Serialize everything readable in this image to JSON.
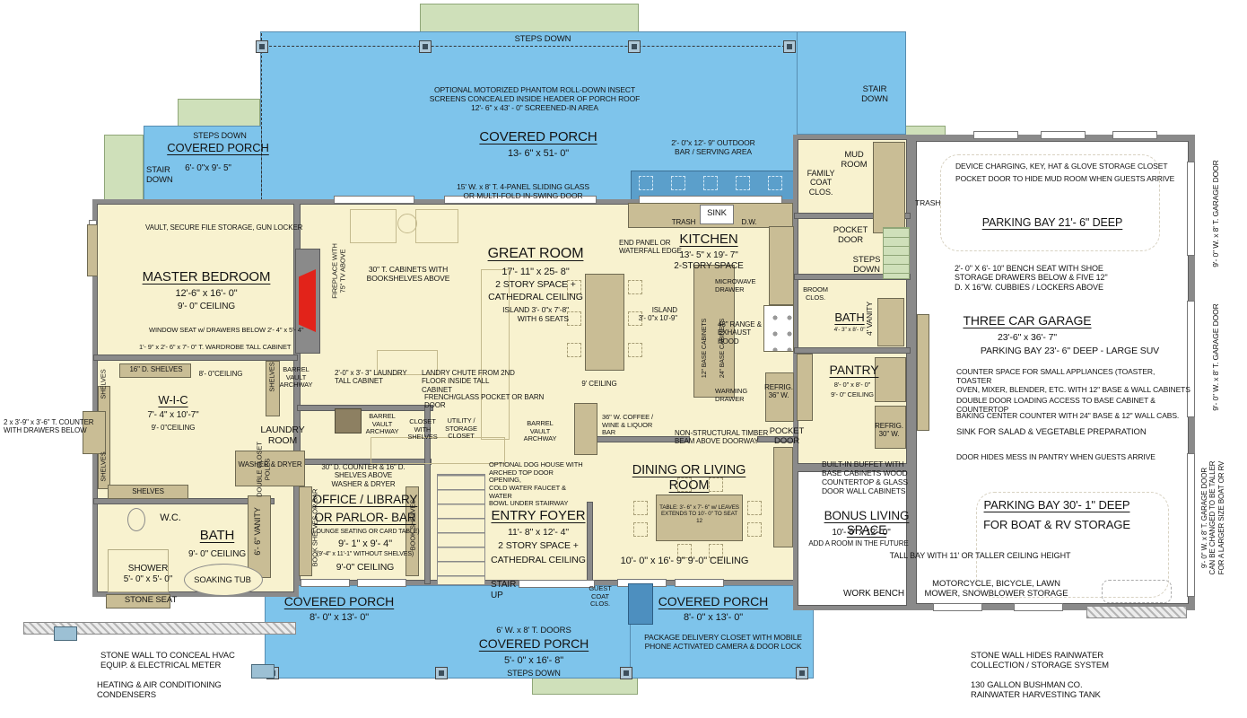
{
  "colors": {
    "porch_blue": "#7ec4eb",
    "outdoor_bar_blue": "#5b9fcb",
    "steps_green": "#cfe0ba",
    "floor_cream": "#f8f2cf",
    "cabinet_tan": "#c9bd95",
    "wall_gray": "#8a8a8a",
    "fireplace_red": "#e2231a",
    "garage_white": "#ffffff"
  },
  "top": {
    "steps_down": "STEPS DOWN",
    "screen_note": "OPTIONAL MOTORIZED PHANTOM ROLL-DOWN INSECT\nSCREENS CONCEALED INSIDE HEADER OF PORCH ROOF\n12'- 6\" x 43' - 0\" SCREENED-IN AREA",
    "porch_title": "COVERED PORCH",
    "porch_dims": "13- 6\" x 51- 0\"",
    "outdoor_bar": "2'- 0\"x 12'- 9\" OUTDOOR\nBAR / SERVING AREA",
    "sliding_door": "15' W. x 8' T. 4-PANEL SLIDING GLASS\nOR MULTI-FOLD IN-SWING DOOR",
    "stair_down_right": "STAIR\nDOWN"
  },
  "top_left": {
    "steps_down": "STEPS DOWN",
    "porch_title": "COVERED PORCH",
    "porch_dims": "6'- 0\"x 9'- 5\"",
    "stair_down": "STAIR\nDOWN"
  },
  "master": {
    "vault_note": "VAULT, SECURE FILE STORAGE, GUN LOCKER",
    "title": "MASTER BEDROOM",
    "dims": "12'-6\" x 16'- 0\"",
    "ceiling": "9'- 0\" CEILING",
    "window_seat": "WINDOW SEAT w/ DRAWERS BELOW 2'- 4\" x 5'- 4\"",
    "wardrobe": "1'- 9\" x 2'- 6\" x 7'- 0\" T. WARDROBE TALL CABINET",
    "shelves16": "16\" D. SHELVES",
    "shelves": "SHELVES",
    "ceiling8": "8'- 0\"CEILING"
  },
  "wic": {
    "title": "W-I-C",
    "dims": "7'- 4\" x 10'-7\"",
    "ceiling": "9'- 0\"CEILING",
    "double_closet": "DOUBLE CLOSET\nPOLES",
    "shelves": "SHELVES",
    "counter_note": "2 x 3'-9\" x 3'-6\" T. COUNTER\nWITH DRAWERS BELOW"
  },
  "bath1": {
    "wc": "W.C.",
    "title": "BATH",
    "ceiling": "9'- 0\" CEILING",
    "vanity": "6'- 6\" VANITY",
    "shower": "SHOWER\n5'- 0\" x 5'- 0\"",
    "stone_seat": "STONE SEAT",
    "soaking_tub": "SOAKING TUB"
  },
  "great": {
    "fireplace": "FIREPLACE WITH\n75\" TV ABOVE",
    "cabinets_note": "30\" T. CABINETS WITH\nBOOKSHELVES ABOVE",
    "title": "GREAT ROOM",
    "dims": "17'- 11\" x 25- 8\"",
    "story": "2 STORY SPACE  +",
    "cathedral": "CATHEDRAL CEILING",
    "island_note": "ISLAND 3'- 0\"x 7'-8\"\nWITH 6 SEATS",
    "ceiling9": "9' CEILING"
  },
  "kitchen": {
    "end_panel": "END PANEL OR\nWATERFALL EDGE",
    "title": "KITCHEN",
    "dims": "13'- 5\" x 19'- 7\"",
    "story": "2-STORY SPACE",
    "trash": "TRASH",
    "sink": "SINK",
    "dw": "D.W.",
    "microwave": "MICROWAVE\nDRAWER",
    "island": "ISLAND\n3'- 0\"x 10'-9\"",
    "base12": "12\" BASE CABINETS",
    "base24": "24\" BASE CABINETS",
    "range": "48\" RANGE &\nEXHAUST HOOD",
    "warming": "WARMING\nDRAWER",
    "refrig36": "REFRIG.\n36\" W.",
    "coffee_bar": "36\" W. COFFEE /\nWINE & LIQUOR\nBAR"
  },
  "laundry": {
    "tall_cabinet": "2'-0\" x 3'- 3\" LAUNDRY\nTALL CABINET",
    "chute": "LANDRY CHUTE FROM 2ND\nFLOOR INSIDE TALL CABINET",
    "french_door": "FRENCH/GLASS POCKET OR BARN DOOR",
    "barrel": "BARREL\nVAULT\nARCHWAY",
    "room": "LAUNDRY\nROOM",
    "washer": "WASHER & DRYER",
    "counter_note": "30\" D. COUNTER & 16\" D.\nSHELVES ABOVE\nWASHER & DRYER"
  },
  "office": {
    "title1": "OFFICE / LIBRARY",
    "title2": "OR PARLOR- BAR",
    "note1": "(LOUNGE SEATING OR CARD TABLE)",
    "dims": "9'- 1\" x 9'- 4\"",
    "note2": "(9'-4\" x 11'-1\" WITHOUT SHELVES)",
    "ceiling": "9'-0\" CEILING",
    "book_bar": "BOOK SHELVES OR BAR",
    "book": "BOOK SHELVES"
  },
  "entry": {
    "closet": "CLOSET\nWITH\nSHELVES",
    "utility": "UTILITY /\nSTORAGE\nCLOSET",
    "dog_note": "OPTIONAL DOG HOUSE WITH\nARCHED TOP DOOR OPENING,\nCOLD WATER FAUCET & WATER\nBOWL UNDER STAIRWAY",
    "title": "ENTRY FOYER",
    "dims": "11'- 8\" x 12'- 4\"",
    "story": "2 STORY SPACE  +",
    "cathedral": "CATHEDRAL CEILING",
    "stair_up": "STAIR\nUP",
    "guest_coat": "GUEST\nCOAT\nCLOS.",
    "barrel": "BARREL\nVAULT\nARCHWAY"
  },
  "dining": {
    "timber": "NON-STRUCTURAL TIMBER\nBEAM ABOVE DOORWAY",
    "title": "DINING OR LIVING ROOM",
    "table_note": "TABLE: 3'- 6\" x 7'- 6\" w/ LEAVES\nEXTENDS TO 10'- 0\" TO SEAT 12",
    "dims": "10'- 0\" x 16'- 9\"  9'-0\" CEILING",
    "pocket": "POCKET\nDOOR"
  },
  "mud": {
    "family_coat": "FAMILY\nCOAT\nCLOS.",
    "room": "MUD\nROOM",
    "pocket": "POCKET\nDOOR",
    "steps": "STEPS\nDOWN",
    "trash": "TRASH"
  },
  "bath2": {
    "broom": "BROOM\nCLOS.",
    "title": "BATH",
    "dims": "4'- 3\" x 8'- 0\"",
    "vanity": "4' VANITY"
  },
  "pantry": {
    "title": "PANTRY",
    "dims": "8'- 0\" x 8'- 0\"",
    "ceiling": "9'- 0\" CEILING",
    "refrig30": "REFRIG.\n30\" W.",
    "door_note": "DOOR HIDES MESS IN PANTRY WHEN GUESTS ARRIVE"
  },
  "garage": {
    "device_note": "DEVICE CHARGING, KEY, HAT & GLOVE STORAGE CLOSET",
    "pocket_note": "POCKET DOOR TO HIDE MUD ROOM WHEN GUESTS ARRIVE",
    "bay21": "PARKING BAY 21'- 6\" DEEP",
    "bench_note": "2'- 0\" X 6'- 10\" BENCH SEAT WITH SHOE\nSTORAGE DRAWERS BELOW & FIVE 12\"\nD. X 16\"W. CUBBIES / LOCKERS ABOVE",
    "title": "THREE CAR GARAGE",
    "dims": "23'-6\" x 36'- 7\"",
    "bay23": "PARKING BAY 23'- 6\" DEEP - LARGE SUV",
    "counter_note": "COUNTER SPACE FOR SMALL APPLIANCES (TOASTER, TOASTER\nOVEN, MIXER, BLENDER, ETC.  WITH 12\" BASE & WALL CABINETS",
    "double_door_note": "DOUBLE DOOR LOADING ACCESS TO BASE CABINET & COUNTERTOP",
    "baking_note": "BAKING CENTER COUNTER WITH 24\" BASE & 12\" WALL CABS.",
    "sink_note": "SINK FOR SALAD & VEGETABLE PREPARATION",
    "bay30a": "PARKING BAY 30'- 1\" DEEP",
    "bay30b": "FOR BOAT & RV STORAGE",
    "tall_bay": "TALL BAY WITH 11' OR TALLER CEILING HEIGHT",
    "work_bench": "WORK BENCH",
    "moto": "MOTORCYCLE, BICYCLE, LAWN\nMOWER, SNOWBLOWER STORAGE",
    "door1": "9'- 0\" W. x 8' T. GARAGE DOOR",
    "door2": "9'- 0\" W. x 8' T. GARAGE DOOR",
    "door3": "9'- 0\" W. x 8' T. GARAGE DOOR\nCAN BE CHANGED TO BE TALLER\nFOR A LARGER SIZE BOAT OR RV"
  },
  "bonus": {
    "buffet": "BUILT-IN BUFFET WITH\nBASE CABINETS WOOD\nCOUNTERTOP & GLASS\nDOOR WALL CABINETS",
    "title": "BONUS LIVING SPACE",
    "dims": "10'- 6\" x 12'- 0\"",
    "note": "ADD A ROOM IN THE  FUTURE"
  },
  "porch_bl": {
    "title": "COVERED PORCH",
    "dims": "8'- 0\" x 13'- 0\""
  },
  "porch_bc": {
    "doors": "6' W. x 8' T. DOORS",
    "title": "COVERED PORCH",
    "dims": "5'- 0\" x 16'- 8\"",
    "steps": "STEPS DOWN"
  },
  "porch_br": {
    "title": "COVERED PORCH",
    "dims": "8'- 0\" x 13'- 0\"",
    "package": "PACKAGE DELIVERY CLOSET WITH MOBILE\nPHONE ACTIVATED CAMERA & DOOR LOCK"
  },
  "site": {
    "stone_wall": "STONE WALL TO CONCEAL HVAC\nEQUIP. & ELECTRICAL METER",
    "hvac": "HEATING & AIR CONDITIONING\nCONDENSERS",
    "rain": "STONE WALL HIDES RAINWATER\nCOLLECTION / STORAGE SYSTEM",
    "tank": "130 GALLON BUSHMAN CO.\nRAINWATER HARVESTING TANK"
  }
}
